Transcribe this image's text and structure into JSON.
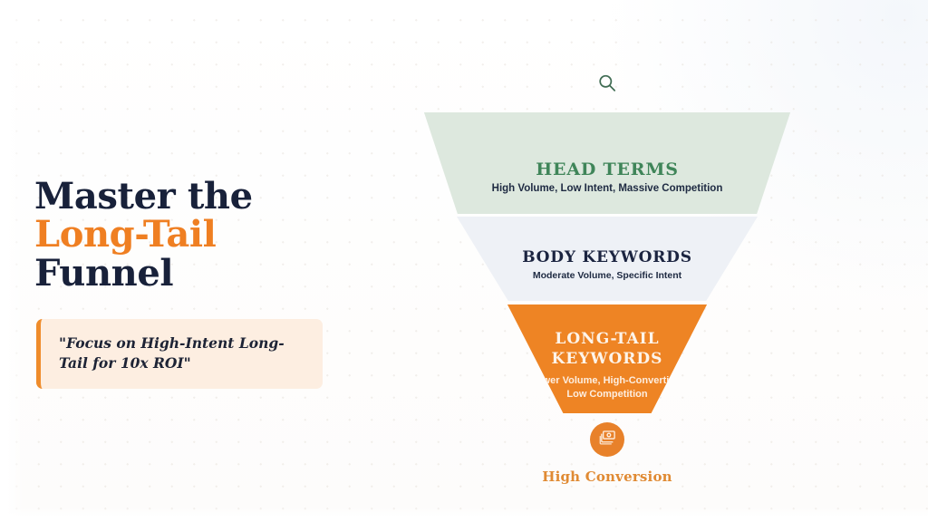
{
  "slide": {
    "background_color": "#ffffff",
    "accent_color": "#ef7f22",
    "dark_color": "#18213a"
  },
  "left": {
    "headline": {
      "line1": "Master the",
      "line2": "Long-Tail",
      "line3": "Funnel"
    },
    "quote": "\"Focus on High-Intent Long-Tail for 10x ROI\""
  },
  "funnel": {
    "search_icon": "search-icon",
    "segments": [
      {
        "title": "HEAD TERMS",
        "subtitle": "High Volume, Low Intent, Massive Competition",
        "fill_color": "#dde8de",
        "title_color": "#3f8559"
      },
      {
        "title": "BODY KEYWORDS",
        "subtitle": "Moderate Volume, Specific Intent",
        "fill_color": "#eef1f6",
        "title_color": "#1b2440"
      },
      {
        "title": "LONG-TAIL KEYWORDS",
        "title_line1": "LONG-TAIL",
        "title_line2": "KEYWORDS",
        "subtitle_line1": "Lower Volume, High-Converting,",
        "subtitle_line2": "Low Competition",
        "fill_color": "#ee8424",
        "title_color": "#fdf4ea"
      }
    ],
    "conversion": {
      "icon": "money-icon",
      "label": "High Conversion",
      "color": "#e08a33"
    }
  }
}
